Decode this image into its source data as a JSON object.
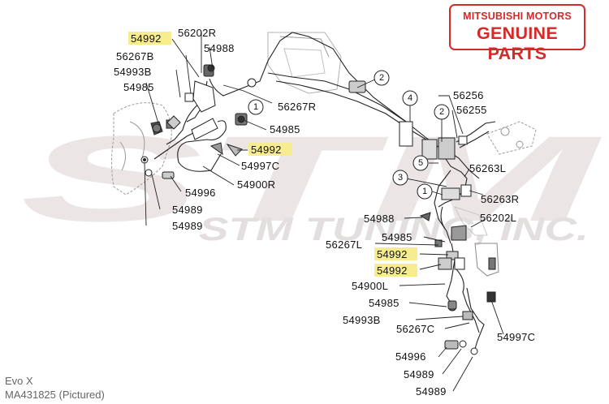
{
  "badge": {
    "line1": "MITSUBISHI MOTORS",
    "line2": "GENUINE PARTS",
    "color": "#d42a2a"
  },
  "watermark": {
    "big": "STM",
    "sub": "STM TUNING, INC.",
    "color": "#e3dede"
  },
  "highlight_color": "#f7ec92",
  "labels": {
    "p54992_a": "54992",
    "p56202r": "56202R",
    "p54988_a": "54988",
    "p56267b": "56267B",
    "p54993b_a": "54993B",
    "p54985_a": "54985",
    "p56267r": "56267R",
    "p54985_b": "54985",
    "p54992_b": "54992",
    "p54997c_a": "54997C",
    "p54996_a": "54996",
    "p54900r": "54900R",
    "p54989_a": "54989",
    "p54989_b": "54989",
    "p56256": "56256",
    "p56255": "56255",
    "p56263l": "56263L",
    "p56263r": "56263R",
    "p54988_b": "54988",
    "p56202l": "56202L",
    "p54985_c": "54985",
    "p56267l": "56267L",
    "p54992_c": "54992",
    "p54992_d": "54992",
    "p54900l": "54900L",
    "p54985_d": "54985",
    "p54993b_b": "54993B",
    "p56267c": "56267C",
    "p54997c_b": "54997C",
    "p54996_b": "54996",
    "p54989_c": "54989",
    "p54989_d": "54989"
  },
  "callouts": {
    "c2a": "2",
    "c1a": "1",
    "c4": "4",
    "c2b": "2",
    "c5": "5",
    "c3": "3",
    "c1b": "1"
  },
  "caption": {
    "model": "Evo X",
    "part": "MA431825  (Pictured)"
  }
}
